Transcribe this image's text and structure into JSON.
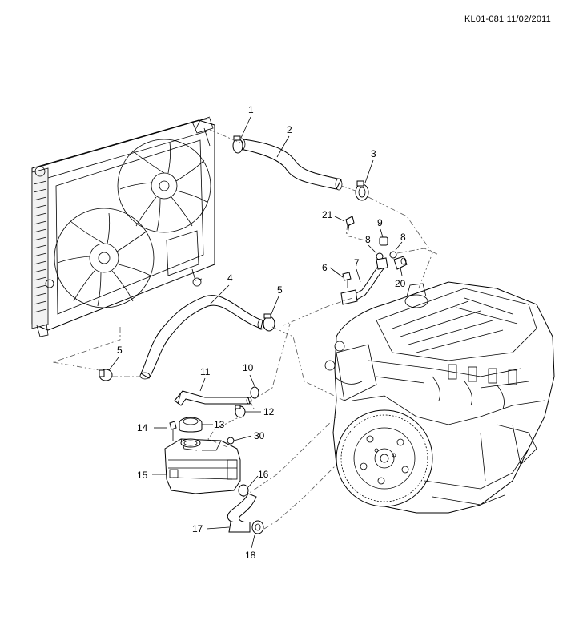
{
  "document_id": "KL01-081 11/02/2011",
  "callouts": [
    {
      "id": "c1",
      "label": "1"
    },
    {
      "id": "c2",
      "label": "2"
    },
    {
      "id": "c3",
      "label": "3"
    },
    {
      "id": "c4",
      "label": "4"
    },
    {
      "id": "c5a",
      "label": "5"
    },
    {
      "id": "c5b",
      "label": "5"
    },
    {
      "id": "c6",
      "label": "6"
    },
    {
      "id": "c7",
      "label": "7"
    },
    {
      "id": "c8a",
      "label": "8"
    },
    {
      "id": "c8b",
      "label": "8"
    },
    {
      "id": "c9",
      "label": "9"
    },
    {
      "id": "c10",
      "label": "10"
    },
    {
      "id": "c11",
      "label": "11"
    },
    {
      "id": "c12",
      "label": "12"
    },
    {
      "id": "c13",
      "label": "13"
    },
    {
      "id": "c14",
      "label": "14"
    },
    {
      "id": "c15",
      "label": "15"
    },
    {
      "id": "c16",
      "label": "16"
    },
    {
      "id": "c17",
      "label": "17"
    },
    {
      "id": "c18",
      "label": "18"
    },
    {
      "id": "c20",
      "label": "20"
    },
    {
      "id": "c21",
      "label": "21"
    },
    {
      "id": "c30",
      "label": "30"
    }
  ]
}
